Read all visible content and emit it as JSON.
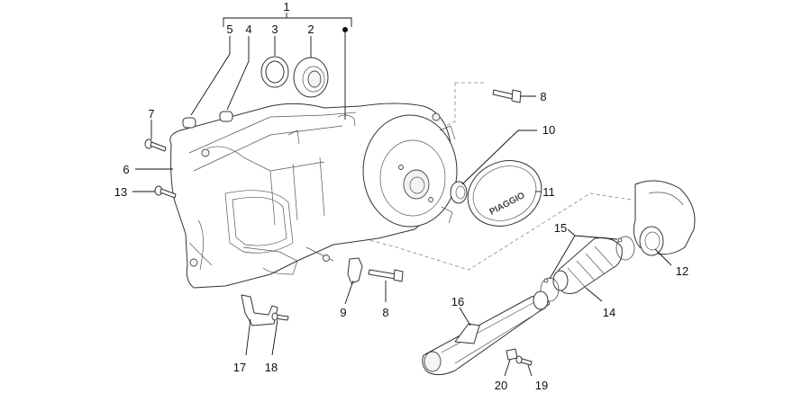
{
  "callouts": {
    "c1": "1",
    "c2": "2",
    "c3": "3",
    "c4": "4",
    "c5": "5",
    "c6": "6",
    "c7": "7",
    "c8a": "8",
    "c8b": "8",
    "c9": "9",
    "c10": "10",
    "c11": "11",
    "c12": "12",
    "c13": "13",
    "c14": "14",
    "c15": "15",
    "c16": "16",
    "c17": "17",
    "c18": "18",
    "c19": "19",
    "c20": "20"
  },
  "cover_brand": "PIAGGIO",
  "colors": {
    "line": "#333333",
    "dash": "#888888",
    "fill": "#ffffff",
    "text": "#111111"
  }
}
